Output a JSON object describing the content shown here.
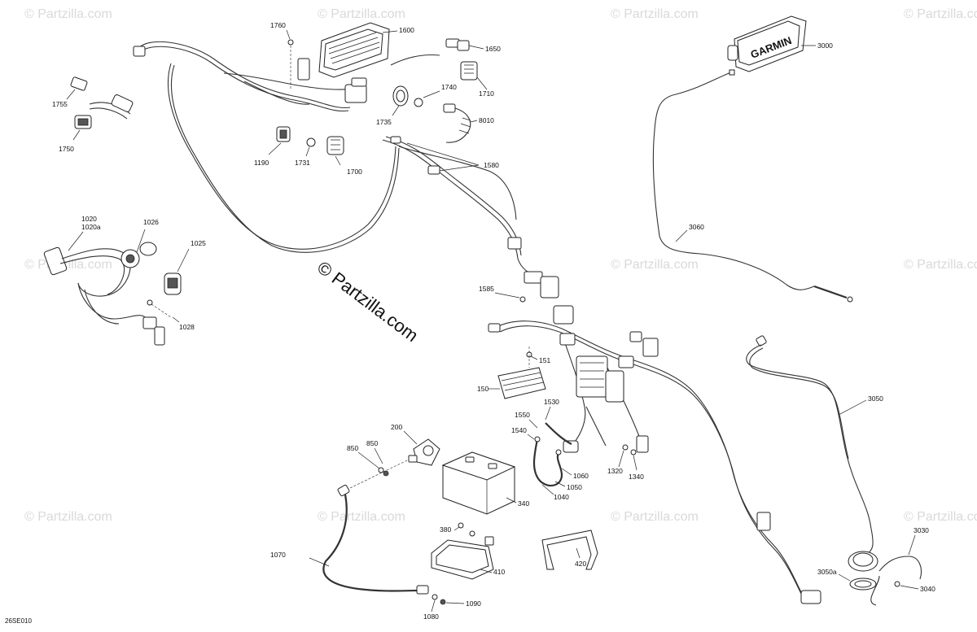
{
  "watermark": {
    "text": "© Partzilla.com",
    "center_text": "© Partzilla.com"
  },
  "diagram_code": "26SE010",
  "device_brand": "GARMIN",
  "callouts": {
    "c1760": "1760",
    "c1600": "1600",
    "c1650": "1650",
    "c1740": "1740",
    "c1710": "1710",
    "c8010": "8010",
    "c1735": "1735",
    "c1755": "1755",
    "c1750": "1750",
    "c1190": "1190",
    "c1731": "1731",
    "c1700": "1700",
    "c1580": "1580",
    "c3000": "3000",
    "c3060": "3060",
    "c1020": "1020",
    "c1020a": "1020a",
    "c1026": "1026",
    "c1025": "1025",
    "c1028": "1028",
    "c1585": "1585",
    "c151": "151",
    "c150": "150",
    "c1530": "1530",
    "c1550": "1550",
    "c1540": "1540",
    "c200": "200",
    "c850a": "850",
    "c850b": "850",
    "c1060": "1060",
    "c1050": "1050",
    "c1040": "1040",
    "c1320": "1320",
    "c1340": "1340",
    "c3050": "3050",
    "c340": "340",
    "c380": "380",
    "c410": "410",
    "c420": "420",
    "c1070": "1070",
    "c1090": "1090",
    "c1080": "1080",
    "c3030": "3030",
    "c3050a": "3050a",
    "c3040": "3040"
  }
}
